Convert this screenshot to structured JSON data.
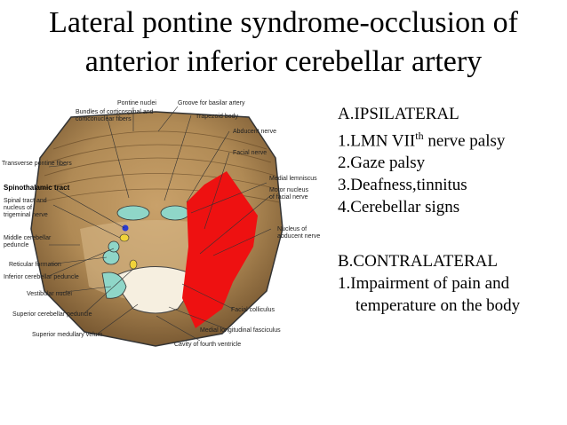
{
  "title": {
    "line1": "Lateral pontine syndrome-occlusion of",
    "line2": "anterior inferior cerebellar artery"
  },
  "diagram": {
    "labels": {
      "pontine_nuclei": "Pontine nuclei",
      "groove_basilar": "Groove for basilar artery",
      "bundles1": "Bundles of corticospinal and",
      "bundles2": "corticonuclear fibers",
      "trapezoid": "Trapezoid body",
      "abducent_nerve": "Abducent nerve",
      "facial_nerve": "Facial nerve",
      "transverse": "Transverse pontine fibers",
      "spinothalamic": "Spinothalamic tract",
      "spinal1": "Spinal tract and",
      "spinal2": "nucleus of",
      "spinal3": "trigeminal nerve",
      "medial_lemniscus": "Medial lemniscus",
      "motor1": "Motor nucleus",
      "motor2": "of facial nerve",
      "middle1": "Middle cerebellar",
      "middle2": "peduncle",
      "nucleus_abd1": "Nucleus of",
      "nucleus_abd2": "abducent nerve",
      "reticular": "Reticular formation",
      "inferior_ped": "Inferior cerebellar peduncle",
      "vestibular": "Vestibular nuclei",
      "superior_ped": "Superior cerebellar peduncle",
      "facial_colliculus": "Facial colliculus",
      "medial_long": "Medial longitudinal fasciculus",
      "superior_velum": "Superior medullary velum",
      "cavity": "Cavity of fourth ventricle"
    }
  },
  "ipsilateral": {
    "heading": "A.IPSILATERAL",
    "item1_a": "1.LMN VII",
    "item1_sup": "th",
    "item1_b": " nerve palsy",
    "item2": "2.Gaze palsy",
    "item3": "3.Deafness,tinnitus",
    "item4": "4.Cerebellar signs"
  },
  "contralateral": {
    "heading": "B.CONTRALATERAL",
    "item1_line1": "1.Impairment of pain and",
    "item1_rest": "temperature on the body"
  },
  "colors": {
    "pons": "#b08a55",
    "nuclei": "#8fd6c8",
    "lesion": "#ee1111"
  }
}
